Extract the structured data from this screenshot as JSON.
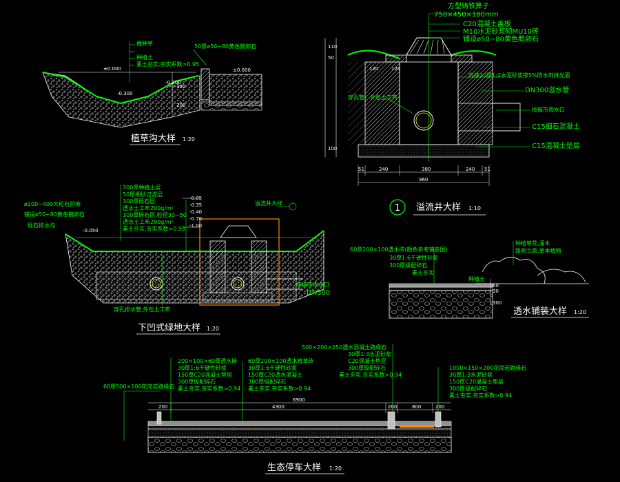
{
  "drawings": {
    "grass_swale": {
      "title": "植草沟大样",
      "scale": "1:20",
      "notes": [
        "播种草",
        "50厚ø50~80黄色鹅卵石",
        "种植土",
        "素土夯实,夯实系数>0.95"
      ],
      "dims": [
        "±0.000",
        "-0.300",
        "-0.300",
        "±0.000",
        "300",
        "200"
      ]
    },
    "overflow_well": {
      "index": "1",
      "title": "溢流井大样",
      "scale": "1:10",
      "notes_top": [
        "方型铸铁箅子",
        "750×450×180mm",
        "C20混凝土盖板",
        "M10水泥砂浆砌MU10砖",
        "铺设ø50~80黄色鹅卵石"
      ],
      "notes_right": [
        "内抹20厚1:2水泥砂浆掺5%防水剂抹光面",
        "DN300溢水管",
        "接城市雨水口",
        "C15细石混凝土",
        "C15混凝土垫层"
      ],
      "note_left": "穿孔管、外包土工布",
      "dims_bottom": [
        "51",
        "240",
        "380",
        "240",
        "51"
      ],
      "total_width": "960",
      "dims_left": [
        "110",
        "50",
        "120",
        "120",
        "100"
      ]
    },
    "sunken_greenland": {
      "title": "下凹式绿地大样",
      "scale": "1:20",
      "notes": [
        "300厚种植土层",
        "50厚细砂过滤层",
        "300厚砾石层",
        "透水土工布200g/m²",
        "300厚碎石层,粒径30~50",
        "透水土工布200g/m²",
        "素土夯实,夯实系数>0.95"
      ],
      "notes_left": [
        "ø200~400大粒石护坡",
        "铺设ø50~80黄色鹅卵石",
        "砾石排水沟"
      ],
      "levels": [
        "-0.05",
        "-0.35",
        "-0.40",
        "-0.70",
        "-1.00"
      ],
      "well_label": "溢流井大样",
      "pipe_label": "穿孔排水管,外包土工布",
      "outlet_label": "接城市雨水口",
      "outlet_pipe": "DN300",
      "dim": "-0.050"
    },
    "permeable_paving": {
      "title": "透水铺装大样",
      "scale": "1:20",
      "notes": [
        "60厚200×100透水砖(颜色参考铺装图)",
        "30厚1:6干硬性砂浆",
        "300厚级配碎石",
        "素土夯实"
      ],
      "notes_right": [
        "种植草花,灌木",
        "路侧立面,草本植物",
        "种植土"
      ],
      "dims": [
        "60",
        "30",
        "300"
      ]
    },
    "eco_parking": {
      "title": "生态停车大样",
      "scale": "1:20",
      "notes_top": [
        "500×200×250透水混凝土路缘石",
        "30厚1:3水泥砂浆",
        "C20混凝土垫层",
        "300厚级配碎石",
        "素土夯实,夯实系数>0.94"
      ],
      "notes_left": [
        "200×100×60厚透水砖",
        "30厚1:6干硬性砂浆",
        "150厚C20混凝土垫层",
        "300厚级配碎石",
        "素土夯实,夯实系数>0.94"
      ],
      "notes_center": [
        "60厚200×100透水植草砖",
        "30厚1:6干硬性砂浆",
        "150厚C20透水混凝土",
        "300厚级配碎石",
        "素土夯实,夯实系数>0.94"
      ],
      "notes_right": [
        "1000×150×200花岗岩路缘石",
        "30厚1:3水泥砂浆",
        "150厚C20混凝土垫层",
        "300厚级配碎石",
        "素土夯实,夯实系数>0.94"
      ],
      "curb_note": "60厚500×200花岗岩路缘石",
      "dims": [
        "200",
        "4300",
        "200",
        "800",
        "200"
      ],
      "total": "6900"
    }
  },
  "colors": {
    "background": "#000000",
    "primary_line": "#ffffff",
    "annotation": "#00ff00",
    "highlight": "#ff8c00",
    "water": "#4040ff",
    "cyan": "#00ffff",
    "hatch": "#c0c0c0"
  }
}
